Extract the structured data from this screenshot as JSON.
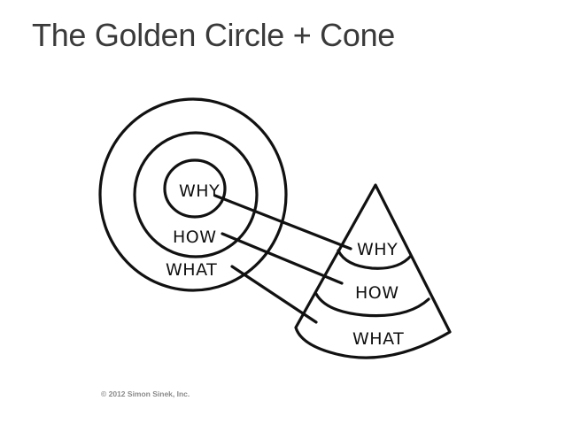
{
  "slide": {
    "title": "The Golden Circle + Cone",
    "copyright": "© 2012 Simon Sinek, Inc."
  },
  "golden_circle": {
    "rings": [
      {
        "label": "WHY",
        "level": "inner"
      },
      {
        "label": "HOW",
        "level": "middle"
      },
      {
        "label": "WHAT",
        "level": "outer"
      }
    ]
  },
  "cone": {
    "layers": [
      {
        "label": "WHY",
        "position": "top"
      },
      {
        "label": "HOW",
        "position": "middle"
      },
      {
        "label": "WHAT",
        "position": "bottom"
      }
    ]
  },
  "connections": [
    {
      "from": "circle.WHY",
      "to": "cone.WHY"
    },
    {
      "from": "circle.HOW",
      "to": "cone.HOW"
    },
    {
      "from": "circle.WHAT",
      "to": "cone.WHAT"
    }
  ],
  "colors": {
    "title": "#3a3a3a",
    "stroke": "#111111",
    "background": "#ffffff",
    "copyright": "#8a8a8a"
  }
}
